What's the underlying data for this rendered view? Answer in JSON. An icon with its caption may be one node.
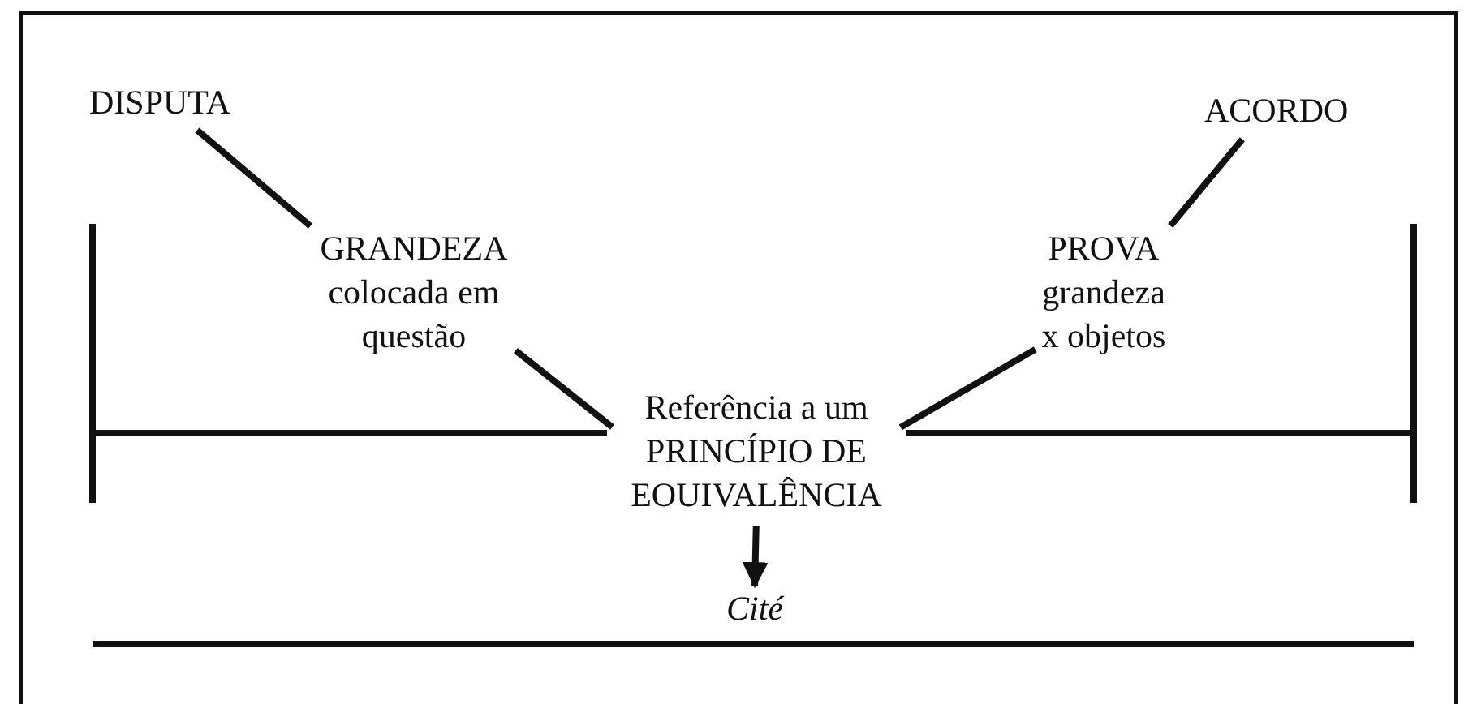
{
  "diagram": {
    "nodes": [
      {
        "text": [
          "DISPUTA"
        ]
      },
      {
        "text": [
          "GRANDEZA",
          "colocada em questão"
        ]
      },
      {
        "text": [
          "ACORDO"
        ]
      },
      {
        "text": [
          "PROVA",
          "grandeza x objetos"
        ]
      },
      {
        "text": [
          "Referência a um PRINCÍPIO DE EOUIVALÊNCIA"
        ]
      },
      {
        "text": [
          "Cité"
        ]
      }
    ],
    "edges": [
      {
        "from": 0,
        "to": 1,
        "arrow": "none"
      },
      {
        "from": 2,
        "to": 3,
        "arrow": "none"
      },
      {
        "from": 1,
        "to": 4,
        "arrow": "none"
      },
      {
        "from": 3,
        "to": 4,
        "arrow": "none"
      },
      {
        "from": 4,
        "to": 5,
        "arrow": "to"
      }
    ]
  }
}
